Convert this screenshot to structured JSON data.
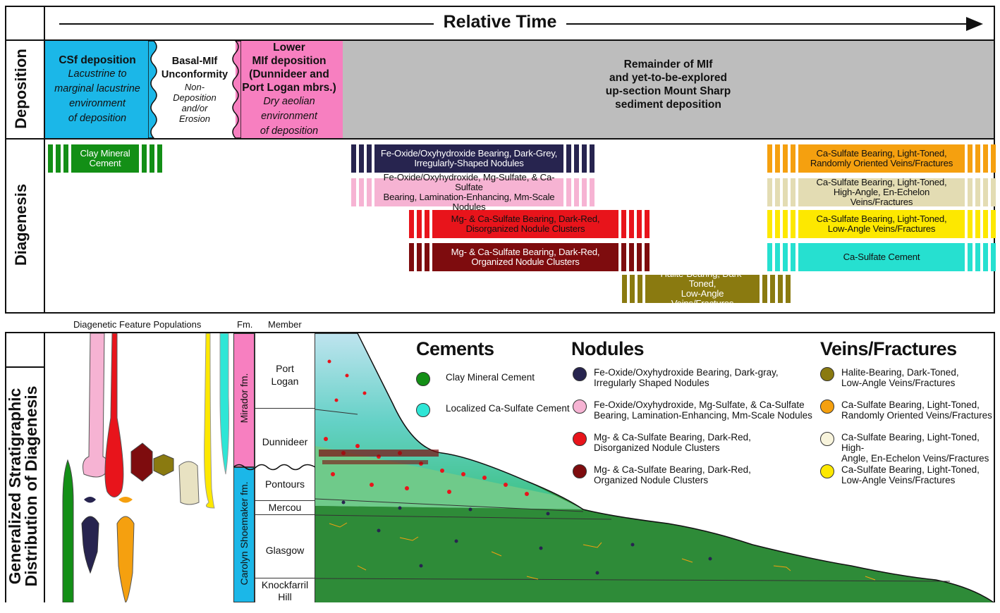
{
  "header": {
    "relative_time": "Relative Time"
  },
  "row_labels": {
    "deposition": "Deposition",
    "diagenesis": "Diagenesis",
    "strat": [
      "Generalized Stratigraphic",
      "Distribution of Diagenesis"
    ]
  },
  "deposition": [
    {
      "title": [
        "CSf deposition"
      ],
      "sub": [
        "Lacustrine to",
        "marginal lacustrine",
        "environment",
        "of deposition"
      ],
      "color": "#1bb7e8"
    },
    {
      "title": [
        "Basal-MIf",
        "Unconformity"
      ],
      "sub": [
        "Non-",
        "Deposition",
        "and/or",
        "Erosion"
      ],
      "color": "#ffffff"
    },
    {
      "title": [
        "Lower",
        "MIf deposition",
        "(Dunnideer and",
        "Port Logan mbrs.)"
      ],
      "sub": [
        "Dry aeolian environment",
        "of deposition"
      ],
      "color": "#f77fc0"
    },
    {
      "title": [
        "Remainder of MIf",
        "and yet-to-be-explored",
        "up-section Mount Sharp",
        "sediment deposition"
      ],
      "sub": [],
      "color": "#bdbdbd"
    }
  ],
  "diagenesis_bars": [
    {
      "label": [
        "Clay Mineral",
        "Cement"
      ],
      "color": "#138f16",
      "text": "#ffffff"
    },
    {
      "label": [
        "Fe-Oxide/Oxyhydroxide Bearing, Dark-Grey,",
        "Irregularly-Shaped Nodules"
      ],
      "color": "#27244f",
      "text": "#ffffff"
    },
    {
      "label": [
        "Fe-Oxide/Oxyhydroxide, Mg-Sulfate, & Ca-Sulfate",
        "Bearing, Lamination-Enhancing, Mm-Scale Nodules"
      ],
      "color": "#f6b3d3",
      "text": "#111111"
    },
    {
      "label": [
        "Mg- & Ca-Sulfate Bearing, Dark-Red,",
        "Disorganized Nodule Clusters"
      ],
      "color": "#e8141b",
      "text": "#111111"
    },
    {
      "label": [
        "Mg- & Ca-Sulfate Bearing, Dark-Red,",
        "Organized Nodule Clusters"
      ],
      "color": "#7e0c0e",
      "text": "#ffffff"
    },
    {
      "label": [
        "Halite-Bearing, Dark-Toned,",
        "Low-Angle Veins/Fractures"
      ],
      "color": "#8a7a10",
      "text": "#ffffff"
    },
    {
      "label": [
        "Ca-Sulfate Bearing, Light-Toned,",
        "Randomly Oriented Veins/Fractures"
      ],
      "color": "#f5a00f",
      "text": "#111111"
    },
    {
      "label": [
        "Ca-Sulfate Bearing, Light-Toned,",
        "High-Angle, En-Echelon Veins/Fractures"
      ],
      "color": "#e3dcb3",
      "text": "#111111"
    },
    {
      "label": [
        "Ca-Sulfate Bearing, Light-Toned,",
        "Low-Angle Veins/Fractures"
      ],
      "color": "#fde800",
      "text": "#111111"
    },
    {
      "label": [
        "Ca-Sulfate Cement"
      ],
      "color": "#26e0d0",
      "text": "#111111"
    }
  ],
  "strat_columns": {
    "populations": "Diagenetic Feature Populations",
    "fm": "Fm.",
    "member": "Member"
  },
  "formations": [
    {
      "name": "Mirador fm.",
      "color": "#f77fc0"
    },
    {
      "name": "Carolyn Shoemaker fm.",
      "color": "#1bb7e8"
    }
  ],
  "members": [
    {
      "name": [
        "Port",
        "Logan"
      ]
    },
    {
      "name": [
        "Dunnideer"
      ]
    },
    {
      "name": [
        "Pontours"
      ]
    },
    {
      "name": [
        "Mercou"
      ]
    },
    {
      "name": [
        "Glasgow"
      ]
    },
    {
      "name": [
        "Knockfarril",
        "Hill"
      ]
    }
  ],
  "legend": {
    "cements": {
      "title": "Cements",
      "items": [
        {
          "label": [
            "Clay Mineral Cement"
          ],
          "color": "#138f16"
        },
        {
          "label": [
            "Localized Ca-Sulfate Cement"
          ],
          "color": "#2ee6d6"
        }
      ]
    },
    "nodules": {
      "title": "Nodules",
      "items": [
        {
          "label": [
            "Fe-Oxide/Oxyhydroxide Bearing, Dark-gray,",
            "Irregularly Shaped Nodules"
          ],
          "color": "#27244f"
        },
        {
          "label": [
            "Fe-Oxide/Oxyhydroxide, Mg-Sulfate, & Ca-Sulfate",
            "Bearing, Lamination-Enhancing, Mm-Scale Nodules"
          ],
          "color": "#f6b3d3"
        },
        {
          "label": [
            "Mg- & Ca-Sulfate Bearing, Dark-Red,",
            "Disorganized Nodule Clusters"
          ],
          "color": "#e8141b"
        },
        {
          "label": [
            "Mg- & Ca-Sulfate Bearing, Dark-Red,",
            "Organized Nodule Clusters"
          ],
          "color": "#7e0c0e"
        }
      ]
    },
    "veins": {
      "title": "Veins/Fractures",
      "items": [
        {
          "label": [
            "Halite-Bearing, Dark-Toned,",
            "Low-Angle Veins/Fractures"
          ],
          "color": "#8a7a10"
        },
        {
          "label": [
            "Ca-Sulfate Bearing, Light-Toned,",
            "Randomly Oriented Veins/Fractures"
          ],
          "color": "#f5a00f"
        },
        {
          "label": [
            "Ca-Sulfate Bearing, Light-Toned, High-",
            "Angle, En-Echelon Veins/Fractures"
          ],
          "color": "#f8f4dc"
        },
        {
          "label": [
            "Ca-Sulfate Bearing, Light-Toned,",
            "Low-Angle Veins/Fractures"
          ],
          "color": "#fde800"
        }
      ]
    }
  }
}
